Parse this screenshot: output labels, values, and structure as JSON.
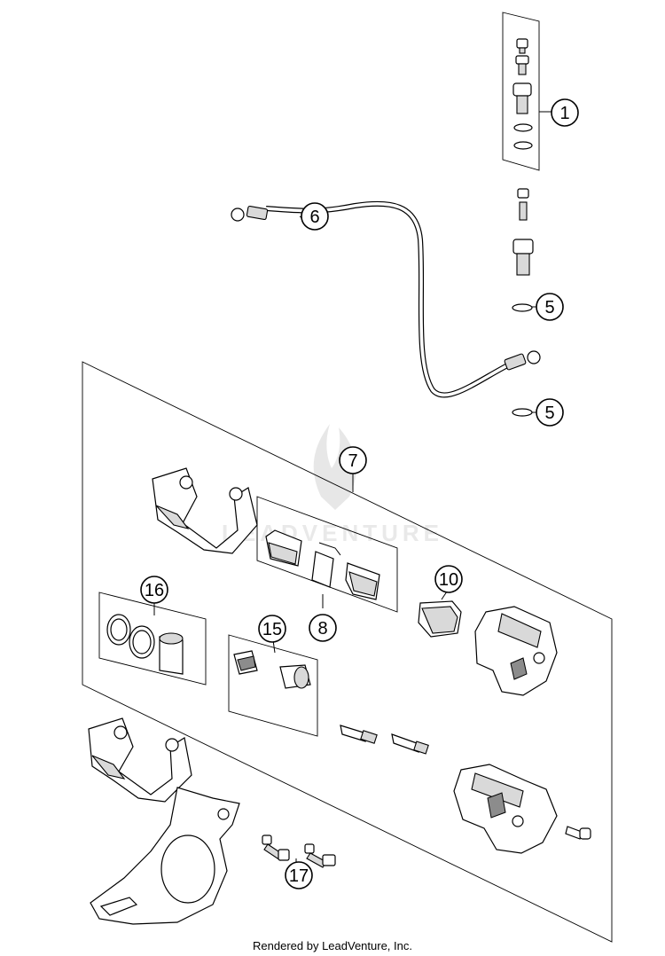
{
  "watermark": {
    "text": "LEADVENTURE"
  },
  "callouts": {
    "c1": "1",
    "c5a": "5",
    "c5b": "5",
    "c6": "6",
    "c7": "7",
    "c8": "8",
    "c10": "10",
    "c15": "15",
    "c16": "16",
    "c17": "17"
  },
  "footer": {
    "text": "Rendered by LeadVenture, Inc."
  }
}
